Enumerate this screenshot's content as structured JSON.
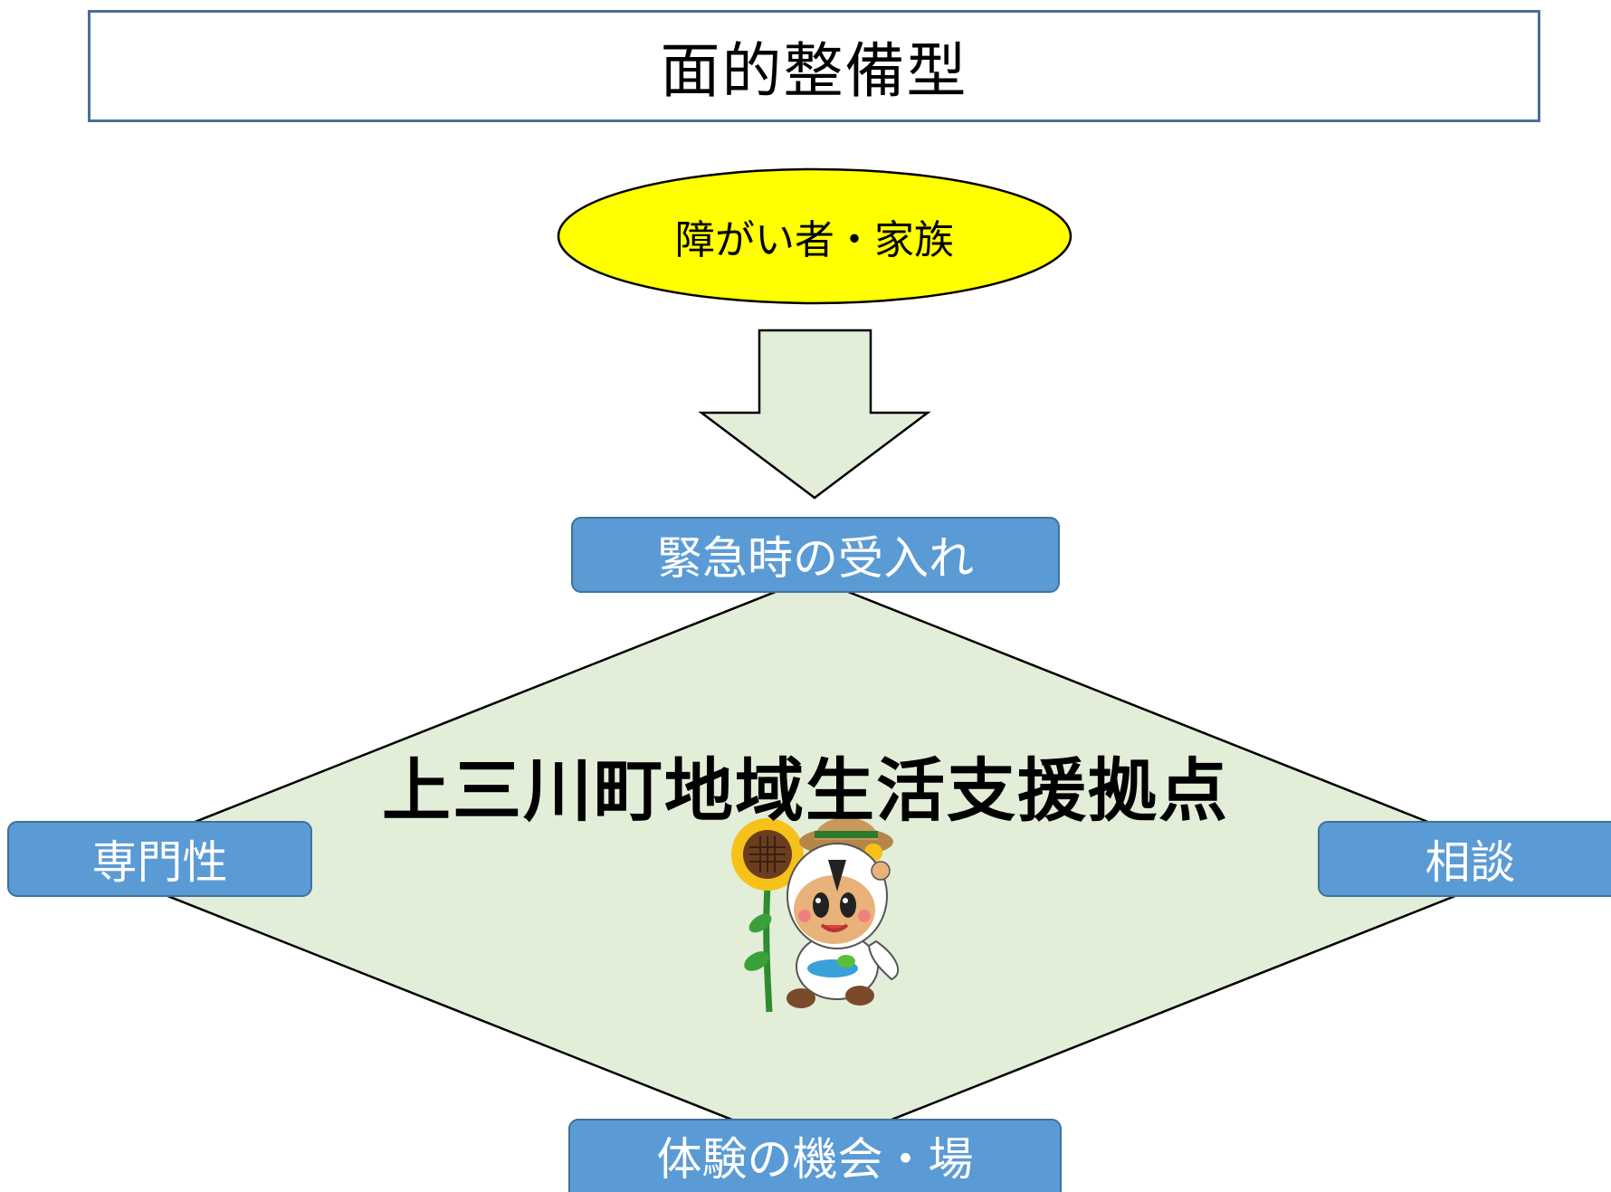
{
  "title": "面的整備型",
  "source_node": "障がい者・家族",
  "hub": {
    "name": "上三川町地域生活支援拠点",
    "top": "緊急時の受入れ",
    "left": "専門性",
    "right": "相談",
    "bottom": "体験の機会・場"
  },
  "colors": {
    "oval_fill": "#ffff00",
    "arrow_fill": "#e2eed8",
    "diamond_fill": "#e2eed8",
    "node_fill": "#5b9bd5",
    "title_border": "#4a6e9c"
  },
  "icons": {
    "mascot": "sunflower-mascot-icon"
  }
}
